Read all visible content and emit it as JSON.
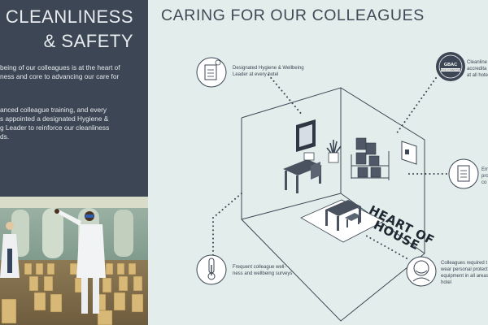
{
  "left": {
    "title_line1": "CLEANLINESS",
    "title_line2": "& SAFETY",
    "para1": [
      "being of our colleagues is at the heart of",
      "ness and core to advancing our care for"
    ],
    "para2": [
      "anced colleague training, and every",
      "s appointed a designated Hygiene &",
      "g Leader to reinforce our cleanliness",
      "ds."
    ]
  },
  "right": {
    "title": "CARING FOR OUR COLLEAGUES",
    "room_label_line1": "HEART OF",
    "room_label_line2": "HOUSE",
    "badge_top": "GBAC",
    "badge_bottom": "STAR ACCREDITED",
    "features": {
      "leader": [
        "Designated Hygiene & Wellbeing",
        "Leader at every hotel"
      ],
      "accreditation": [
        "Cleanline",
        "accredita",
        "at all hote"
      ],
      "protocols": [
        "Em",
        "pro",
        "co"
      ],
      "surveys": [
        "Frequent colleague well-",
        "ness and wellbeing surveys"
      ],
      "ppe": [
        "Colleagues required t",
        "wear personal protect",
        "equipment in all areas",
        "hotel"
      ]
    }
  },
  "colors": {
    "left_bg": "#3c4654",
    "right_bg": "#e3eeec",
    "accent": "#3c4654",
    "dotted": "#3c4654"
  }
}
